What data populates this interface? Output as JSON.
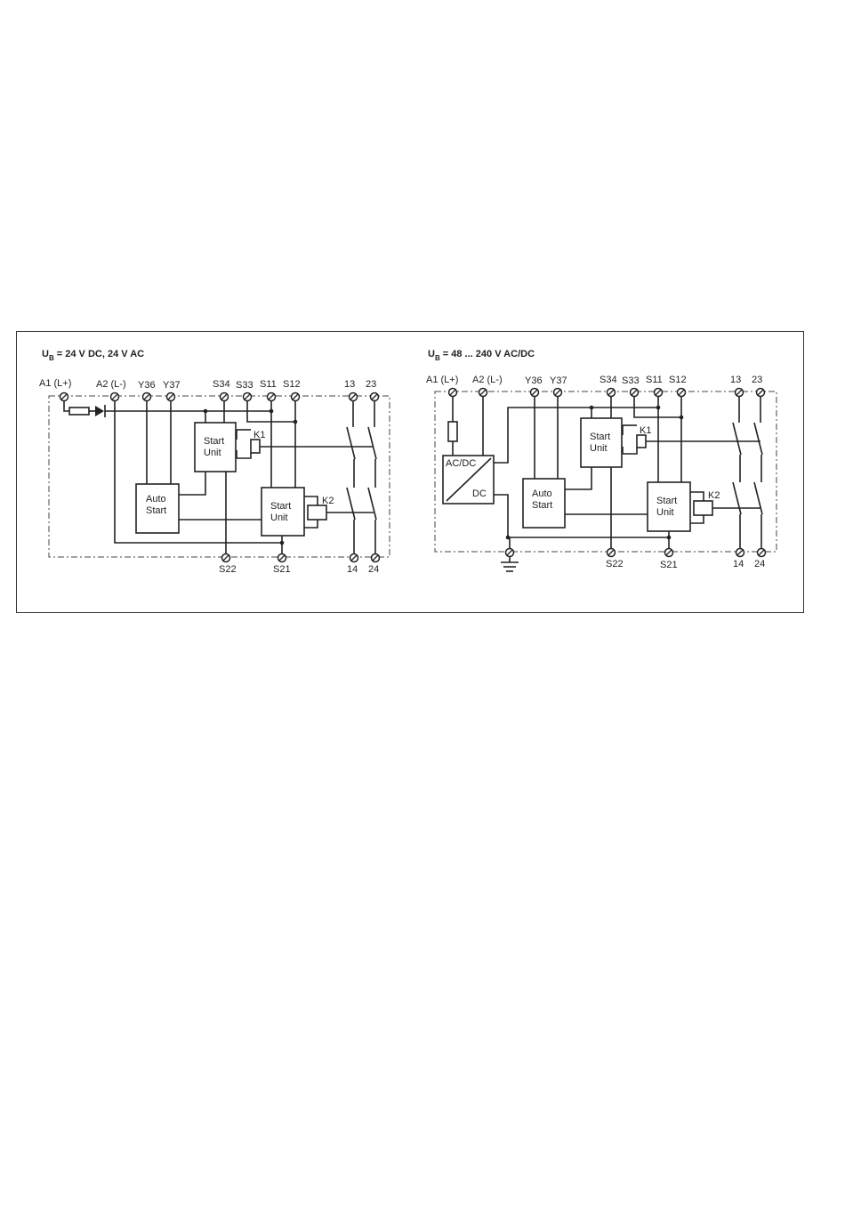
{
  "diagrams": [
    {
      "title_u": "U",
      "title_sub": "B",
      "title_rest": " = 24 V DC, 24 V AC",
      "terminals_top": [
        "A1 (L+)",
        "A2 (L-)",
        "Y36",
        "Y37",
        "S34",
        "S33",
        "S11",
        "S12",
        "13",
        "23"
      ],
      "terminals_bottom": [
        "S22",
        "S21",
        "14",
        "24"
      ],
      "blocks": {
        "start_unit_1": [
          "Start",
          "Unit"
        ],
        "start_unit_2": [
          "Start",
          "Unit"
        ],
        "auto_start": [
          "Auto",
          "Start"
        ]
      },
      "relays": [
        "K1",
        "K2"
      ]
    },
    {
      "title_u": "U",
      "title_sub": "B",
      "title_rest": " = 48 ... 240 V AC/DC",
      "terminals_top": [
        "A1 (L+)",
        "A2 (L-)",
        "Y36",
        "Y37",
        "S34",
        "S33",
        "S11",
        "S12",
        "13",
        "23"
      ],
      "terminals_bottom": [
        "S22",
        "S21",
        "14",
        "24"
      ],
      "blocks": {
        "start_unit_1": [
          "Start",
          "Unit"
        ],
        "start_unit_2": [
          "Start",
          "Unit"
        ],
        "auto_start": [
          "Auto",
          "Start"
        ],
        "converter": [
          "AC/DC",
          "DC"
        ]
      },
      "relays": [
        "K1",
        "K2"
      ]
    }
  ]
}
